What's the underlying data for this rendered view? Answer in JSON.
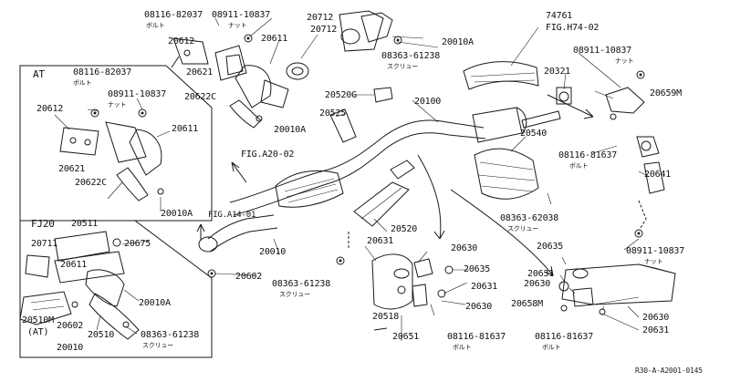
{
  "colors": {
    "line": "#1a1a1a",
    "fill": "#ffffff",
    "shade": "#9a9a9a"
  },
  "labels": {
    "p08116_82037_top": "08116-82037",
    "bolt_top": "ボルト",
    "p08911_10837_top": "08911-10837",
    "nut_top": "ナット",
    "p20712_a": "20712",
    "p20612_top": "20612",
    "p20611_top": "20611",
    "p20712_b": "20712",
    "p20621_top": "20621",
    "p20622c_top": "20622C",
    "p20010a_top": "20010A",
    "p20010a_mid": "20010A",
    "p08363_61238_top": "08363-61238",
    "screw_top": "スクリュー",
    "p74761": "74761",
    "fig_h74": "FIG.H74-02",
    "p20321": "20321",
    "p08911_10837_right": "08911-10837",
    "nut_right": "ナット",
    "p20659m": "20659M",
    "p20520g": "20520G",
    "p20100": "20100",
    "p20525": "20525",
    "p20540": "20540",
    "p08116_81637_right": "08116-81637",
    "bolt_right": "ボルト",
    "p20641": "20641",
    "fig_a20": "FIG.A20-02",
    "fig_a14": "FIG.A14-01",
    "p08363_62038": "08363-62038",
    "screw_mid": "スクリュー",
    "p20520": "20520",
    "p20010_mid": "20010",
    "p20602_mid": "20602",
    "p20631_a": "20631",
    "p20630_a": "20630",
    "p20635_a": "20635",
    "p20631_b": "20631",
    "p20630_b": "20630",
    "p20518": "20518",
    "p20651": "20651",
    "p08363_61238_mid": "08363-61238",
    "screw_mid2": "スクリュー",
    "p08116_81637_mid": "08116-81637",
    "bolt_mid": "ボルト",
    "p20635_b": "20635",
    "p20631_c": "20631",
    "p20630_c": "20630",
    "p20658m": "20658M",
    "p08116_81637_low": "08116-81637",
    "bolt_low": "ボルト",
    "p20630_d": "20630",
    "p20631_d": "20631",
    "p08911_10837_low": "08911-10837",
    "nut_low": "ナット",
    "at_title": "AT",
    "p08116_82037_at": "08116-82037",
    "bolt_at": "ボルト",
    "p08911_10837_at": "08911-10837",
    "nut_at": "ナット",
    "p20612_at": "20612",
    "p20611_at": "20611",
    "p20621_at": "20621",
    "p20622c_at": "20622C",
    "p20010a_at": "20010A",
    "fj20": "FJ20",
    "p20511": "20511",
    "p20711": "20711",
    "p20675": "20675",
    "p20611_fj": "20611",
    "p20010a_fj": "20010A",
    "p20510m": "20510M",
    "at_paren": "(AT)",
    "p20602_fj": "20602",
    "p20510": "20510",
    "p08363_61238_fj": "08363-61238",
    "screw_fj": "スクリュー",
    "p20010_fj": "20010",
    "drawing_code": "R30-A-A2001-0145"
  }
}
